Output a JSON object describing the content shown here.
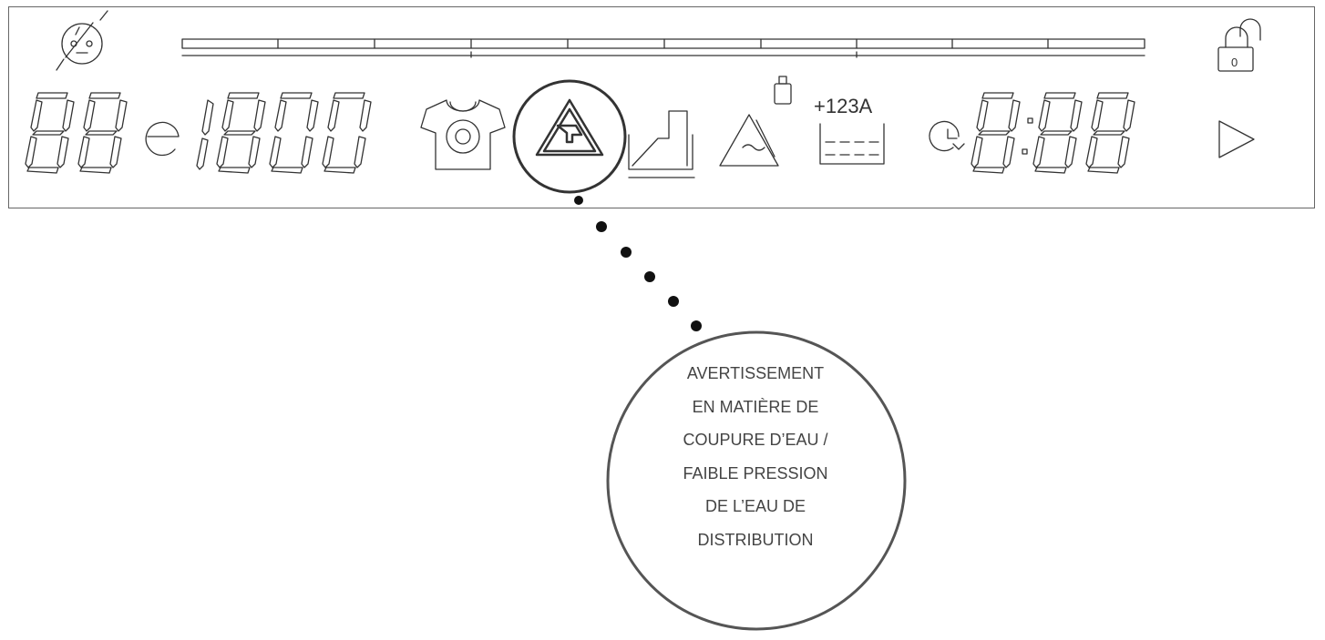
{
  "display": {
    "program_digits": "88",
    "spin_indicator": "e",
    "spin_speed": "1800",
    "time_hours": "8",
    "time_minutes": "88",
    "load_level_label": "+123A",
    "lock_digit": "0",
    "progress_segments": 10
  },
  "icons": {
    "child_lock_face": "child-face-icon",
    "padlock": "padlock-icon",
    "laundry": "shirt-drum-icon",
    "water_warning": "water-tap-warning-icon",
    "drain": "drain-icon",
    "fan_warning": "fan-warning-icon",
    "weight": "weight-icon",
    "detergent": "detergent-tray-icon",
    "delay_timer": "delay-clock-icon",
    "start": "play-icon"
  },
  "callout": {
    "lines": [
      "AVERTISSEMENT",
      "EN MATIÈRE DE",
      "COUPURE D’EAU /",
      "FAIBLE PRESSION",
      "DE L’EAU DE",
      "DISTRIBUTION"
    ]
  },
  "colors": {
    "stroke": "#333333",
    "background": "#ffffff"
  }
}
